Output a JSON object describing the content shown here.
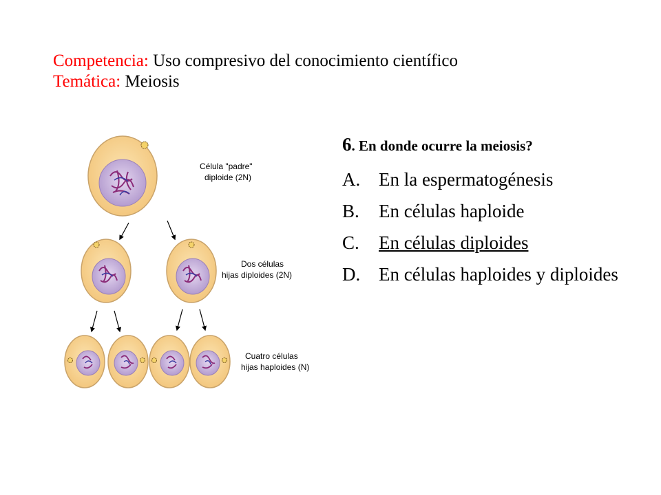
{
  "header": {
    "competencia_label": "Competencia:",
    "competencia_value": " Uso compresivo del conocimiento científico",
    "tematica_label": "Temática:",
    "tematica_value": " Meiosis"
  },
  "question": {
    "number": "6",
    "text": ". En donde ocurre la meiosis?"
  },
  "options": [
    {
      "letter": "A.",
      "text": "En la espermatogénesis"
    },
    {
      "letter": "B.",
      "text": "En células haploide"
    },
    {
      "letter": "C.",
      "text": "En células diploides"
    },
    {
      "letter": "D.",
      "text": "En células haploides y diploides"
    }
  ],
  "diagram": {
    "parent_label_1": "Célula \"padre\"",
    "parent_label_2": "diploide (2N)",
    "daughters_label_1": "Dos células",
    "daughters_label_2": "hijas diploides (2N)",
    "haploid_label_1": "Cuatro células",
    "haploid_label_2": "hijas haploides (N)"
  },
  "colors": {
    "label": "#ff0000",
    "cell_fill": "#f3c77e",
    "cell_border": "#c9a36a",
    "nucleus": "#c9b2dc",
    "chromosome": "#8a2a78"
  }
}
